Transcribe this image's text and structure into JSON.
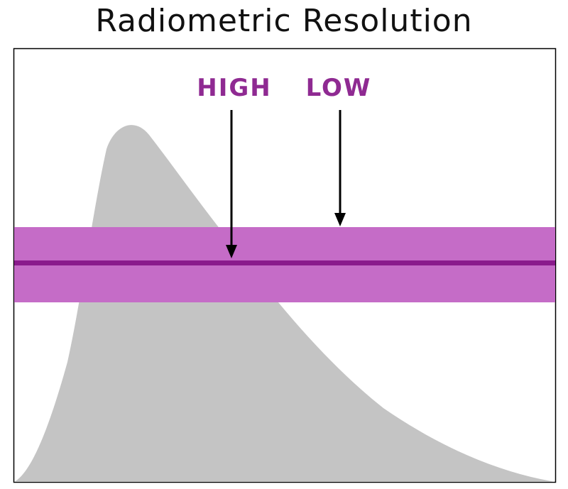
{
  "title": "Radiometric Resolution",
  "labels": {
    "high": "HIGH",
    "low": "LOW"
  },
  "colors": {
    "curve_fill": "#c4c4c4",
    "band_fill": "#c56cc7",
    "band_line": "#8a1a8c",
    "label_color": "#8f2a92",
    "arrow_color": "#000000",
    "frame_color": "#000000"
  }
}
